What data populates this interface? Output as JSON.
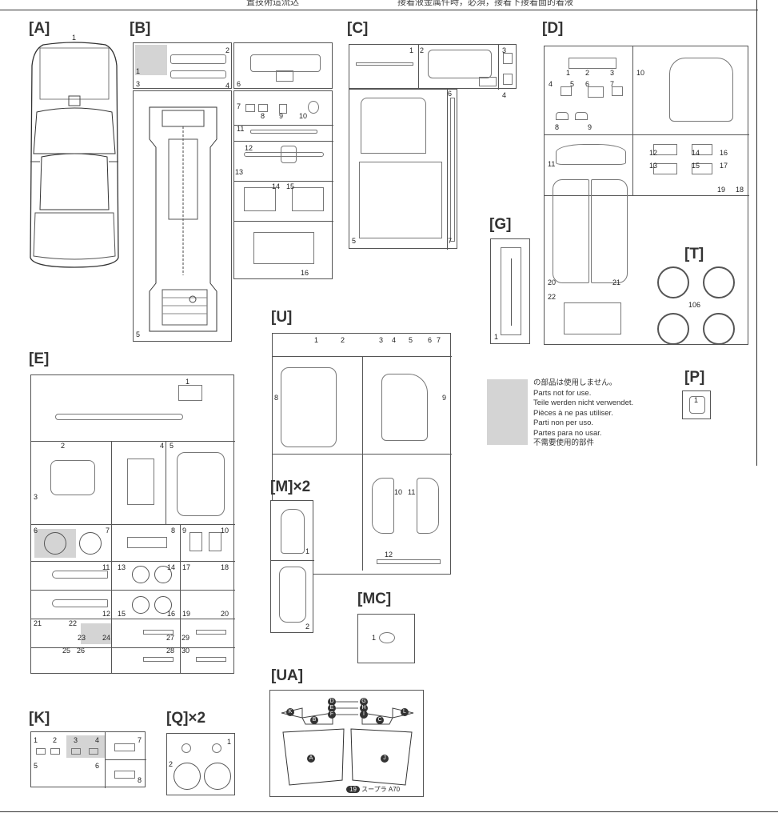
{
  "header": {
    "left_text": "置技術這流込",
    "right_text": "接着液金属件時，必須，接着下接着面的着液"
  },
  "labels": {
    "A": "[A]",
    "B": "[B]",
    "C": "[C]",
    "D": "[D]",
    "G": "[G]",
    "T": "[T]",
    "U": "[U]",
    "E": "[E]",
    "P": "[P]",
    "M": "[M]×2",
    "MC": "[MC]",
    "K": "[K]",
    "Q": "[Q]×2",
    "UA": "[UA]"
  },
  "legend": {
    "lines": [
      "の部品は使用しません。",
      "Parts not for use.",
      "Teile werden nicht verwendet.",
      "Pièces à ne pas utiliser.",
      "Parti non per uso.",
      "Partes para no usar.",
      "不需要使用的部件"
    ]
  },
  "footer": {
    "page": "19",
    "model": "スープラ A70"
  },
  "parts": {
    "A": [
      "1"
    ],
    "B": [
      "1",
      "2",
      "3",
      "4",
      "5",
      "6",
      "7",
      "8",
      "9",
      "10",
      "11",
      "12",
      "13",
      "14",
      "15",
      "16"
    ],
    "C": [
      "1",
      "2",
      "3",
      "4",
      "5",
      "6",
      "7"
    ],
    "D": [
      "1",
      "2",
      "3",
      "4",
      "5",
      "6",
      "7",
      "8",
      "9",
      "10",
      "11",
      "12",
      "13",
      "14",
      "15",
      "16",
      "17",
      "18",
      "19",
      "20",
      "21",
      "22"
    ],
    "G": [
      "1"
    ],
    "T": [
      "106"
    ],
    "P": [
      "1"
    ],
    "U": [
      "1",
      "2",
      "3",
      "4",
      "5",
      "6",
      "7",
      "8",
      "9",
      "10",
      "11",
      "12"
    ],
    "E": [
      "1",
      "2",
      "3",
      "4",
      "5",
      "6",
      "7",
      "8",
      "9",
      "10",
      "11",
      "12",
      "13",
      "14",
      "15",
      "16",
      "17",
      "18",
      "19",
      "20",
      "21",
      "22",
      "23",
      "24",
      "25",
      "26",
      "27",
      "28",
      "29",
      "30"
    ],
    "M": [
      "1",
      "2"
    ],
    "MC": [
      "1"
    ],
    "K": [
      "1",
      "2",
      "3",
      "4",
      "5",
      "6",
      "7",
      "8"
    ],
    "Q": [
      "1",
      "2"
    ],
    "UA": [
      "A",
      "B",
      "C",
      "D",
      "E",
      "F",
      "G",
      "H",
      "I",
      "J",
      "K",
      "L"
    ]
  }
}
